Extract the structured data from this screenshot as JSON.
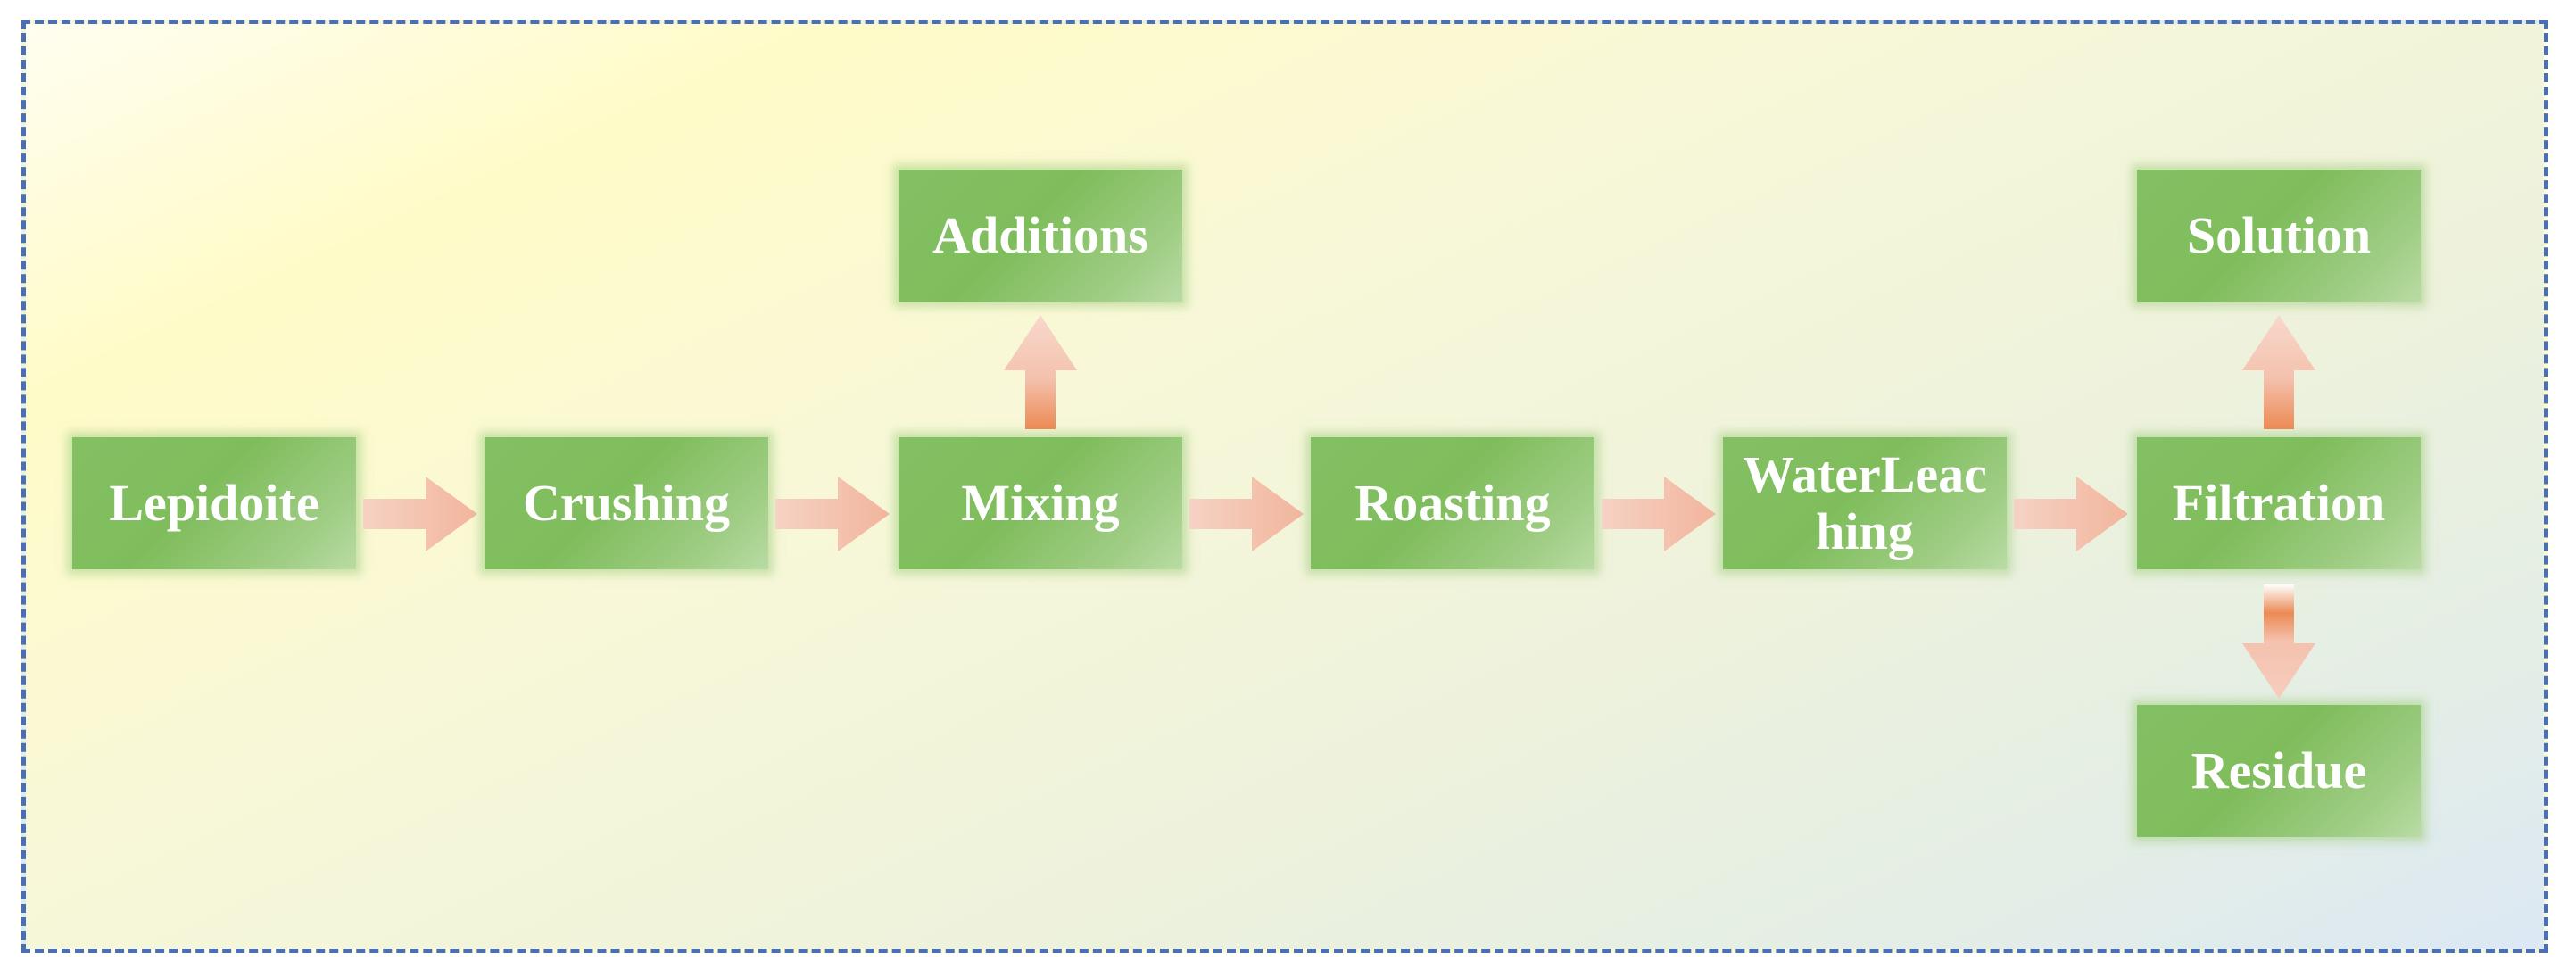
{
  "diagram": {
    "nodes": {
      "lepidoite": "Lepidoite",
      "crushing": "Crushing",
      "mixing": "Mixing",
      "roasting": "Roasting",
      "water_leaching": "WaterLeaching",
      "filtration": "Filtration",
      "additions": "Additions",
      "solution": "Solution",
      "residue": "Residue"
    },
    "colors": {
      "box_fill": "#7fbd5c",
      "box_text": "#ffffff",
      "arrow_fill": "#f4c4b0",
      "arrow_stem_accent": "#ec8a54",
      "frame_border": "#4a6fb5"
    }
  }
}
